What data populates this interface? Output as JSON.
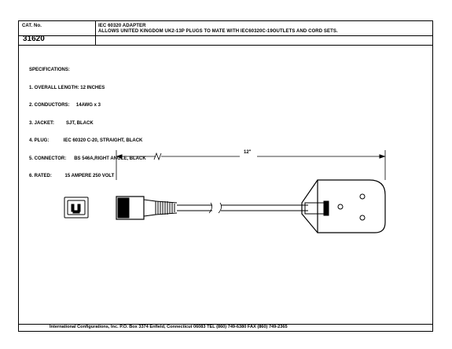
{
  "header": {
    "cat_label": "CAT. No.",
    "cat_number": "31620",
    "desc_line1": "IEC 60320 ADAPTER",
    "desc_line2": "ALLOWS UNITED KINGDOM UK2-13P PLUGS TO MATE WITH IEC60320C-19OUTLETS AND CORD SETS."
  },
  "specs": {
    "title": "SPECIFICATIONS:",
    "items": [
      "1. OVERALL LENGTH: 12 INCHES",
      "2. CONDUCTORS:     14AWG x 3",
      "3. JACKET:         SJT, BLACK",
      "4. PLUG:           IEC 60320 C-20, STRAIGHT, BLACK",
      "5. CONNECTOR:      BS 546A,RIGHT ANGLE, BLACK",
      "6. RATED:          15 AMPERE 250 VOLT"
    ]
  },
  "drawing": {
    "dimension_label": "12\""
  },
  "footer": {
    "text": "International Configurations, Inc.  P.O. Box 3374  Enfield, Connecticut 06083 TEL (860) 749-6380  FAX (860) 749-2365"
  }
}
